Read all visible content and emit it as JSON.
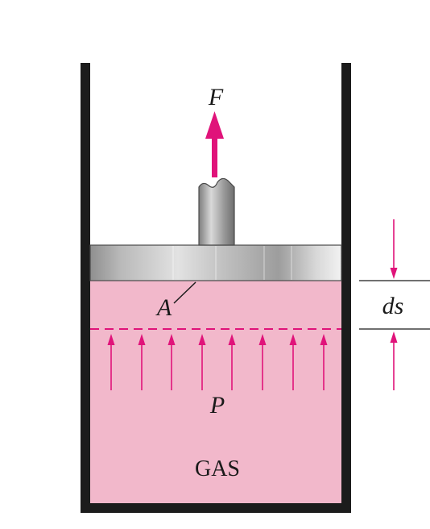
{
  "labels": {
    "force": "F",
    "area": "A",
    "pressure": "P",
    "displacement": "ds",
    "gas": "GAS"
  },
  "colors": {
    "gas_fill": "#f2b8cb",
    "arrow": "#e0137a",
    "wall": "#1c1c1c",
    "piston": "#c4c4c4",
    "rod": "#a8a8a8",
    "text": "#1a1a1a"
  }
}
